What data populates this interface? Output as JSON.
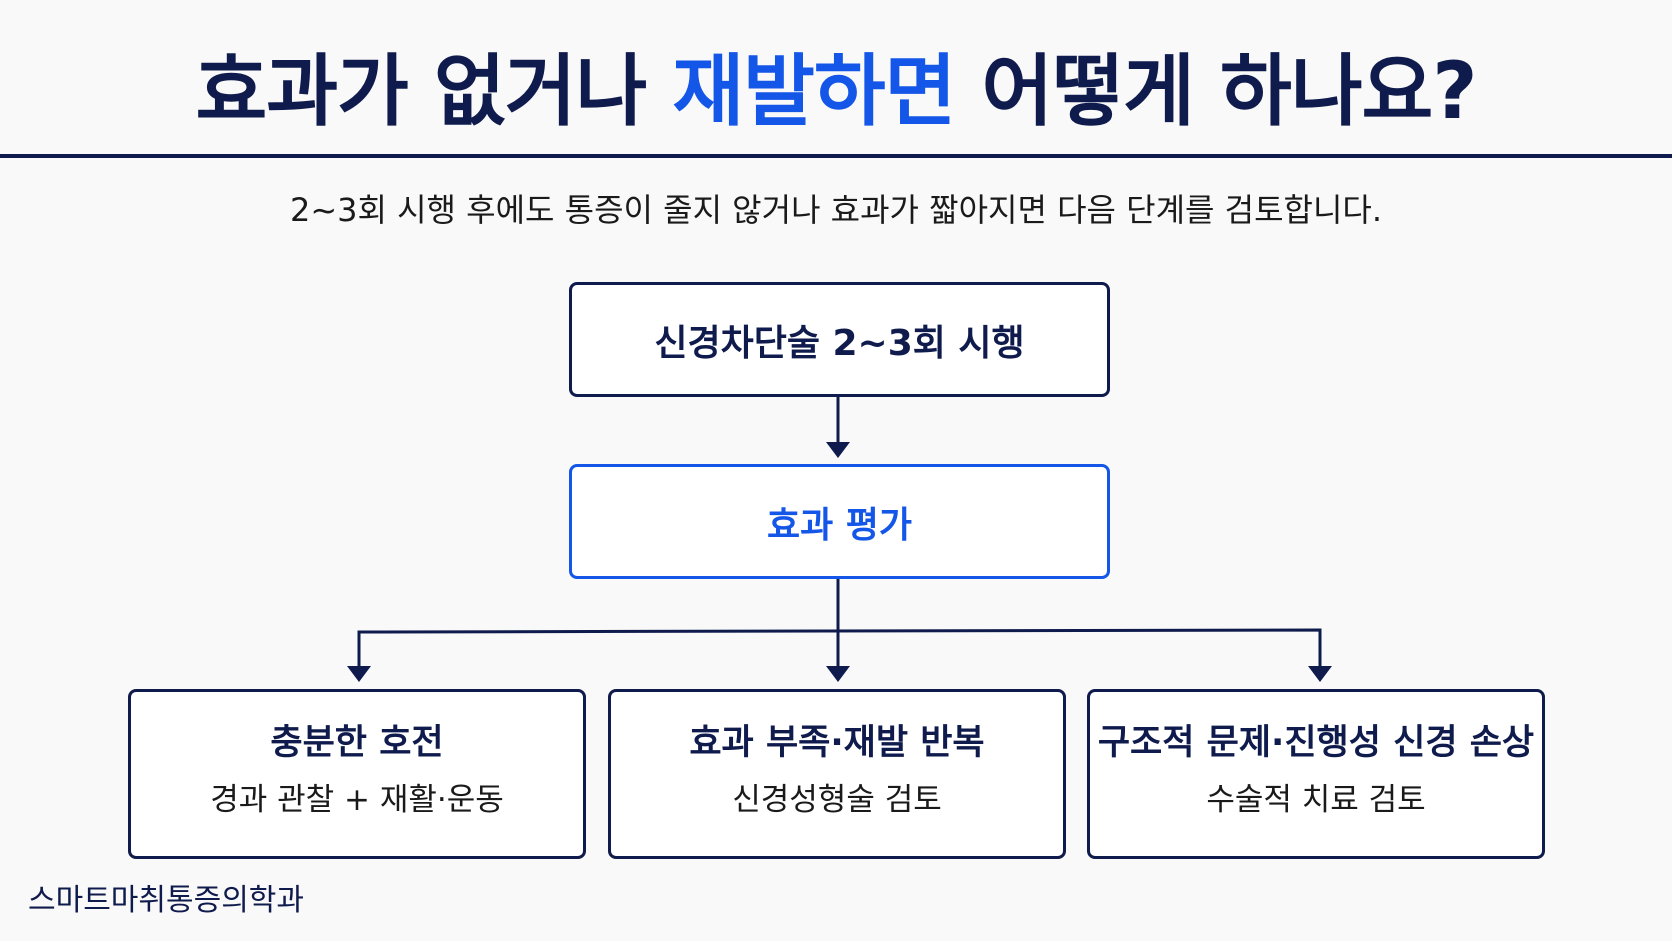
{
  "header": {
    "title_part1": "효과가 없거나 ",
    "title_accent": "재발하면",
    "title_part2": " 어떻게 하나요?",
    "subtitle": "2~3회 시행 후에도 통증이 줄지 않거나 효과가 짧아지면 다음 단계를 검토합니다."
  },
  "flow": {
    "step1": "신경차단술 2~3회 시행",
    "step2": "효과 평가",
    "outcomes": [
      {
        "title": "충분한 호전",
        "desc": "경과 관찰 + 재활·운동"
      },
      {
        "title": "효과 부족·재발 반복",
        "desc": "신경성형술 검토"
      },
      {
        "title": "구조적 문제·진행성 신경 손상",
        "desc": "수술적 치료 검토"
      }
    ]
  },
  "footer": {
    "brand": "스마트마취통증의학과"
  },
  "colors": {
    "navy": "#0f1b4c",
    "accent_blue": "#1457e8",
    "background": "#f9f9f9"
  }
}
